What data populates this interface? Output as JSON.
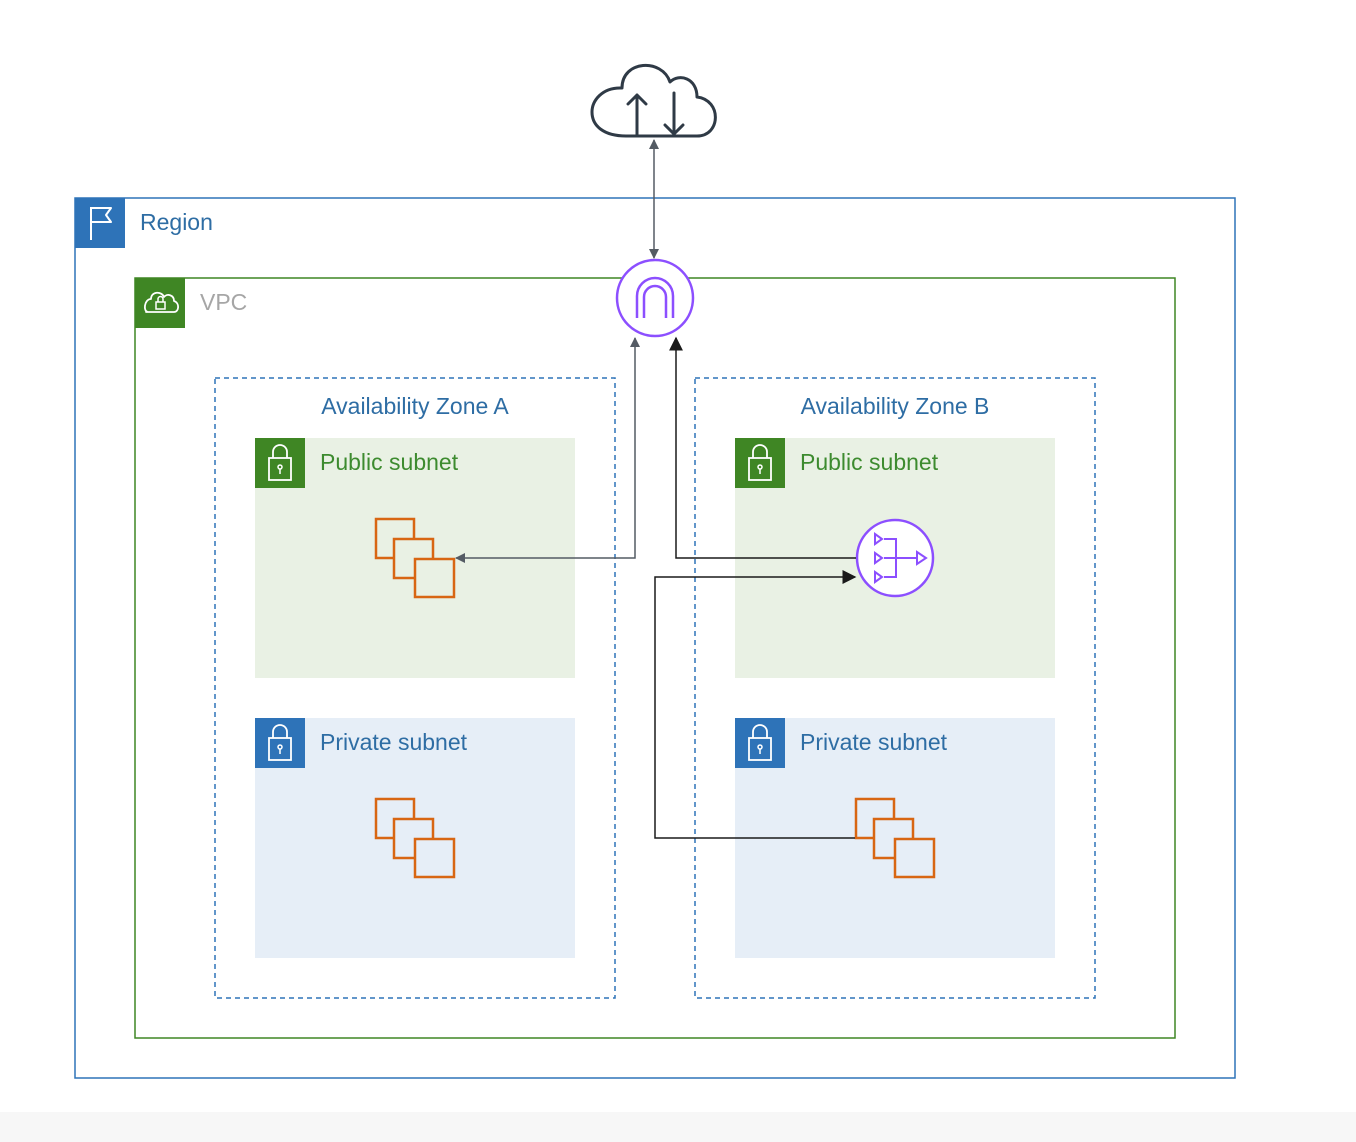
{
  "region": {
    "label": "Region",
    "icon": "flag-icon",
    "color": "#2e73b8"
  },
  "vpc": {
    "label": "VPC",
    "icon": "cloud-lock-icon",
    "color": "#3f8624"
  },
  "zones": [
    {
      "label": "Availability Zone A",
      "public_subnet": {
        "label": "Public subnet",
        "resource": "instances-icon"
      },
      "private_subnet": {
        "label": "Private subnet",
        "resource": "instances-icon"
      }
    },
    {
      "label": "Availability Zone B",
      "public_subnet": {
        "label": "Public subnet",
        "resource": "nat-gateway-icon"
      },
      "private_subnet": {
        "label": "Private subnet",
        "resource": "instances-icon"
      }
    }
  ],
  "gateway": {
    "icon": "internet-gateway-icon",
    "color": "#8c4fff"
  },
  "internet": {
    "icon": "internet-cloud-icon"
  },
  "colors": {
    "public_bg": "#e9f1e4",
    "private_bg": "#e6eef7",
    "instance_orange": "#d86613",
    "purple": "#8c4fff",
    "arrow_gray": "#545b64",
    "arrow_black": "#1a1a1a"
  }
}
